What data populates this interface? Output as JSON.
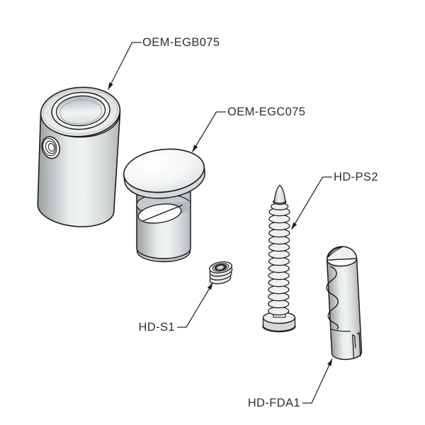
{
  "diagram": {
    "background_color": "#ffffff",
    "outline_color": "#1c1c1c",
    "part_fill_light": "#eef0f1",
    "part_fill_shadow": "#9aa0a3",
    "leader_line_color": "#2b2b2b",
    "label_text_color": "#2f2f2f",
    "callouts": [
      {
        "label": "OEM-EGB075",
        "part": "standoff-barrel"
      },
      {
        "label": "OEM-EGC075",
        "part": "cap"
      },
      {
        "label": "HD-PS2",
        "part": "pan-head-screw"
      },
      {
        "label": "HD-S1",
        "part": "set-screw"
      },
      {
        "label": "HD-FDA1",
        "part": "wall-anchor"
      }
    ]
  }
}
